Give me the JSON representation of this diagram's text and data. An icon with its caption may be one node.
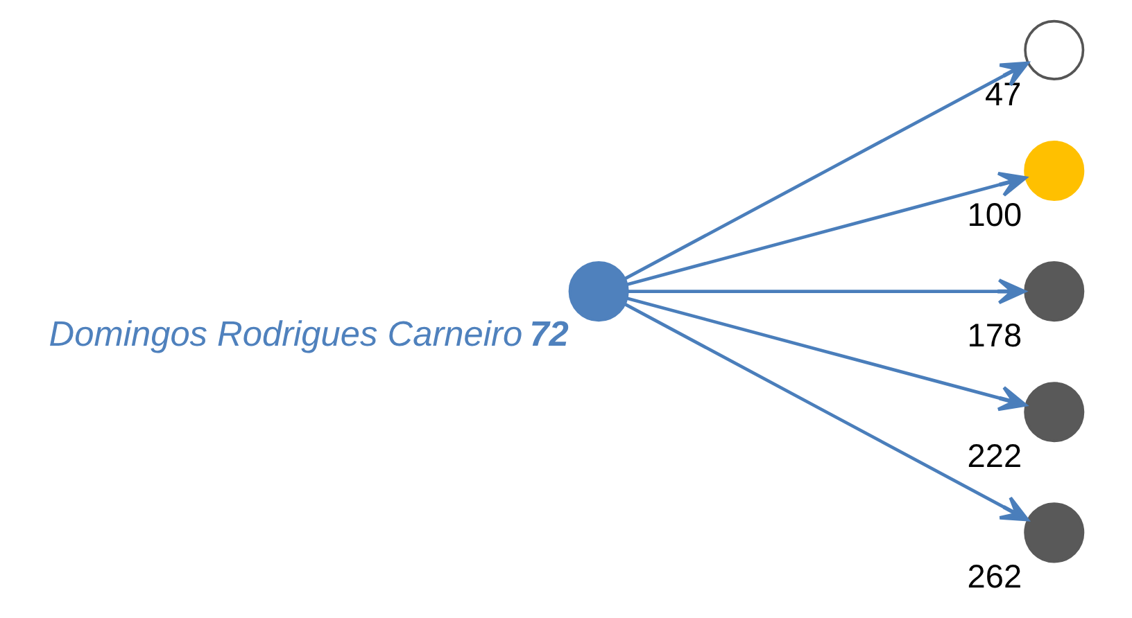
{
  "diagram": {
    "nodes": [
      {
        "text": [],
        "shape": "circle",
        "beside": [
          "Domingos Rodrigues Carneiro",
          "72"
        ]
      },
      {
        "text": [],
        "shape": "circle",
        "beside": [
          "47"
        ]
      },
      {
        "text": [],
        "shape": "circle",
        "beside": [
          "100"
        ]
      },
      {
        "text": [],
        "shape": "circle",
        "beside": [
          "178"
        ]
      },
      {
        "text": [],
        "shape": "circle",
        "beside": [
          "222"
        ]
      },
      {
        "text": [],
        "shape": "circle",
        "beside": [
          "262"
        ]
      }
    ],
    "edges": [
      {
        "from": 0,
        "to": 1,
        "arrow": "to"
      },
      {
        "from": 0,
        "to": 2,
        "arrow": "to"
      },
      {
        "from": 0,
        "to": 3,
        "arrow": "to"
      },
      {
        "from": 0,
        "to": 4,
        "arrow": "to"
      },
      {
        "from": 0,
        "to": 5,
        "arrow": "to"
      }
    ]
  }
}
